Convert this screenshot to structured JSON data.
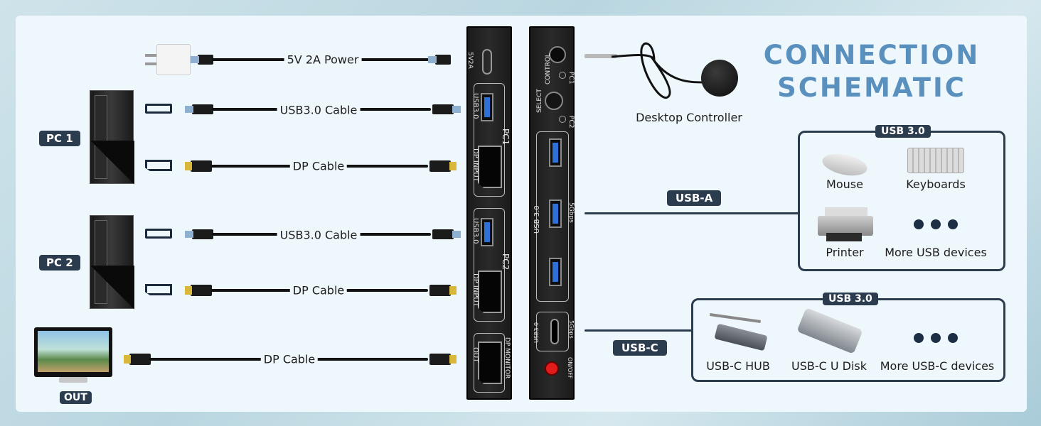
{
  "title": {
    "line1": "CONNECTION",
    "line2": "SCHEMATIC"
  },
  "pcs": [
    {
      "label": "PC 1",
      "usb_cable": "USB3.0 Cable",
      "dp_cable": "DP Cable"
    },
    {
      "label": "PC 2",
      "usb_cable": "USB3.0 Cable",
      "dp_cable": "DP Cable"
    }
  ],
  "power_cable": "5V 2A Power",
  "monitor": {
    "label": "OUT",
    "cable": "DP Cable"
  },
  "controller": {
    "label": "Desktop Controller"
  },
  "kvm_front": {
    "power": "5V2A",
    "usb_label": "USB3.0",
    "dp_label": "DP INPUT",
    "pc1": "PC1",
    "pc2": "PC2",
    "monitor": "DP MONITOR",
    "out": "OUT"
  },
  "kvm_back": {
    "control": "CONTROL",
    "select": "SELECT",
    "pc1": "PC1",
    "pc2": "PC2",
    "usb_label": "USB 3.0",
    "speed": "5Gbps",
    "usbc_label": "USB3.0",
    "usbc_speed": "5Gbps",
    "onoff": "ON/OFF"
  },
  "usb_a": {
    "tag": "USB-A",
    "box_title": "USB 3.0",
    "devices": [
      "Mouse",
      "Keyboards",
      "Printer",
      "More USB devices"
    ]
  },
  "usb_c": {
    "tag": "USB-C",
    "box_title": "USB 3.0",
    "devices": [
      "USB-C HUB",
      "USB-C U Disk",
      "More USB-C devices"
    ]
  },
  "colors": {
    "accent": "#5a90bd",
    "dark": "#2b3c4e",
    "usb_blue": "#2e6fd8",
    "panel": "#eef7fb"
  }
}
